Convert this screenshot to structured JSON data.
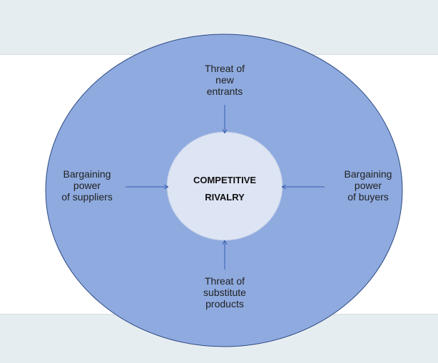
{
  "diagram": {
    "center": {
      "line1": "COMPETITIVE",
      "line2": "RIVALRY"
    },
    "top": {
      "line1": "Threat of",
      "line2": "new",
      "line3": "entrants"
    },
    "left": {
      "line1": "Bargaining",
      "line2": "power",
      "line3": "of suppliers"
    },
    "right": {
      "line1": "Bargaining",
      "line2": "power",
      "line3": "of buyers"
    },
    "bottom": {
      "line1": "Threat of",
      "line2": "substitute",
      "line3": "products"
    }
  },
  "colors": {
    "outer_fill": "#8eaadf",
    "outer_stroke": "#2f4a82",
    "inner_fill": "#dde4f3",
    "arrow": "#3a5fb0",
    "band": "#e6edf1"
  }
}
